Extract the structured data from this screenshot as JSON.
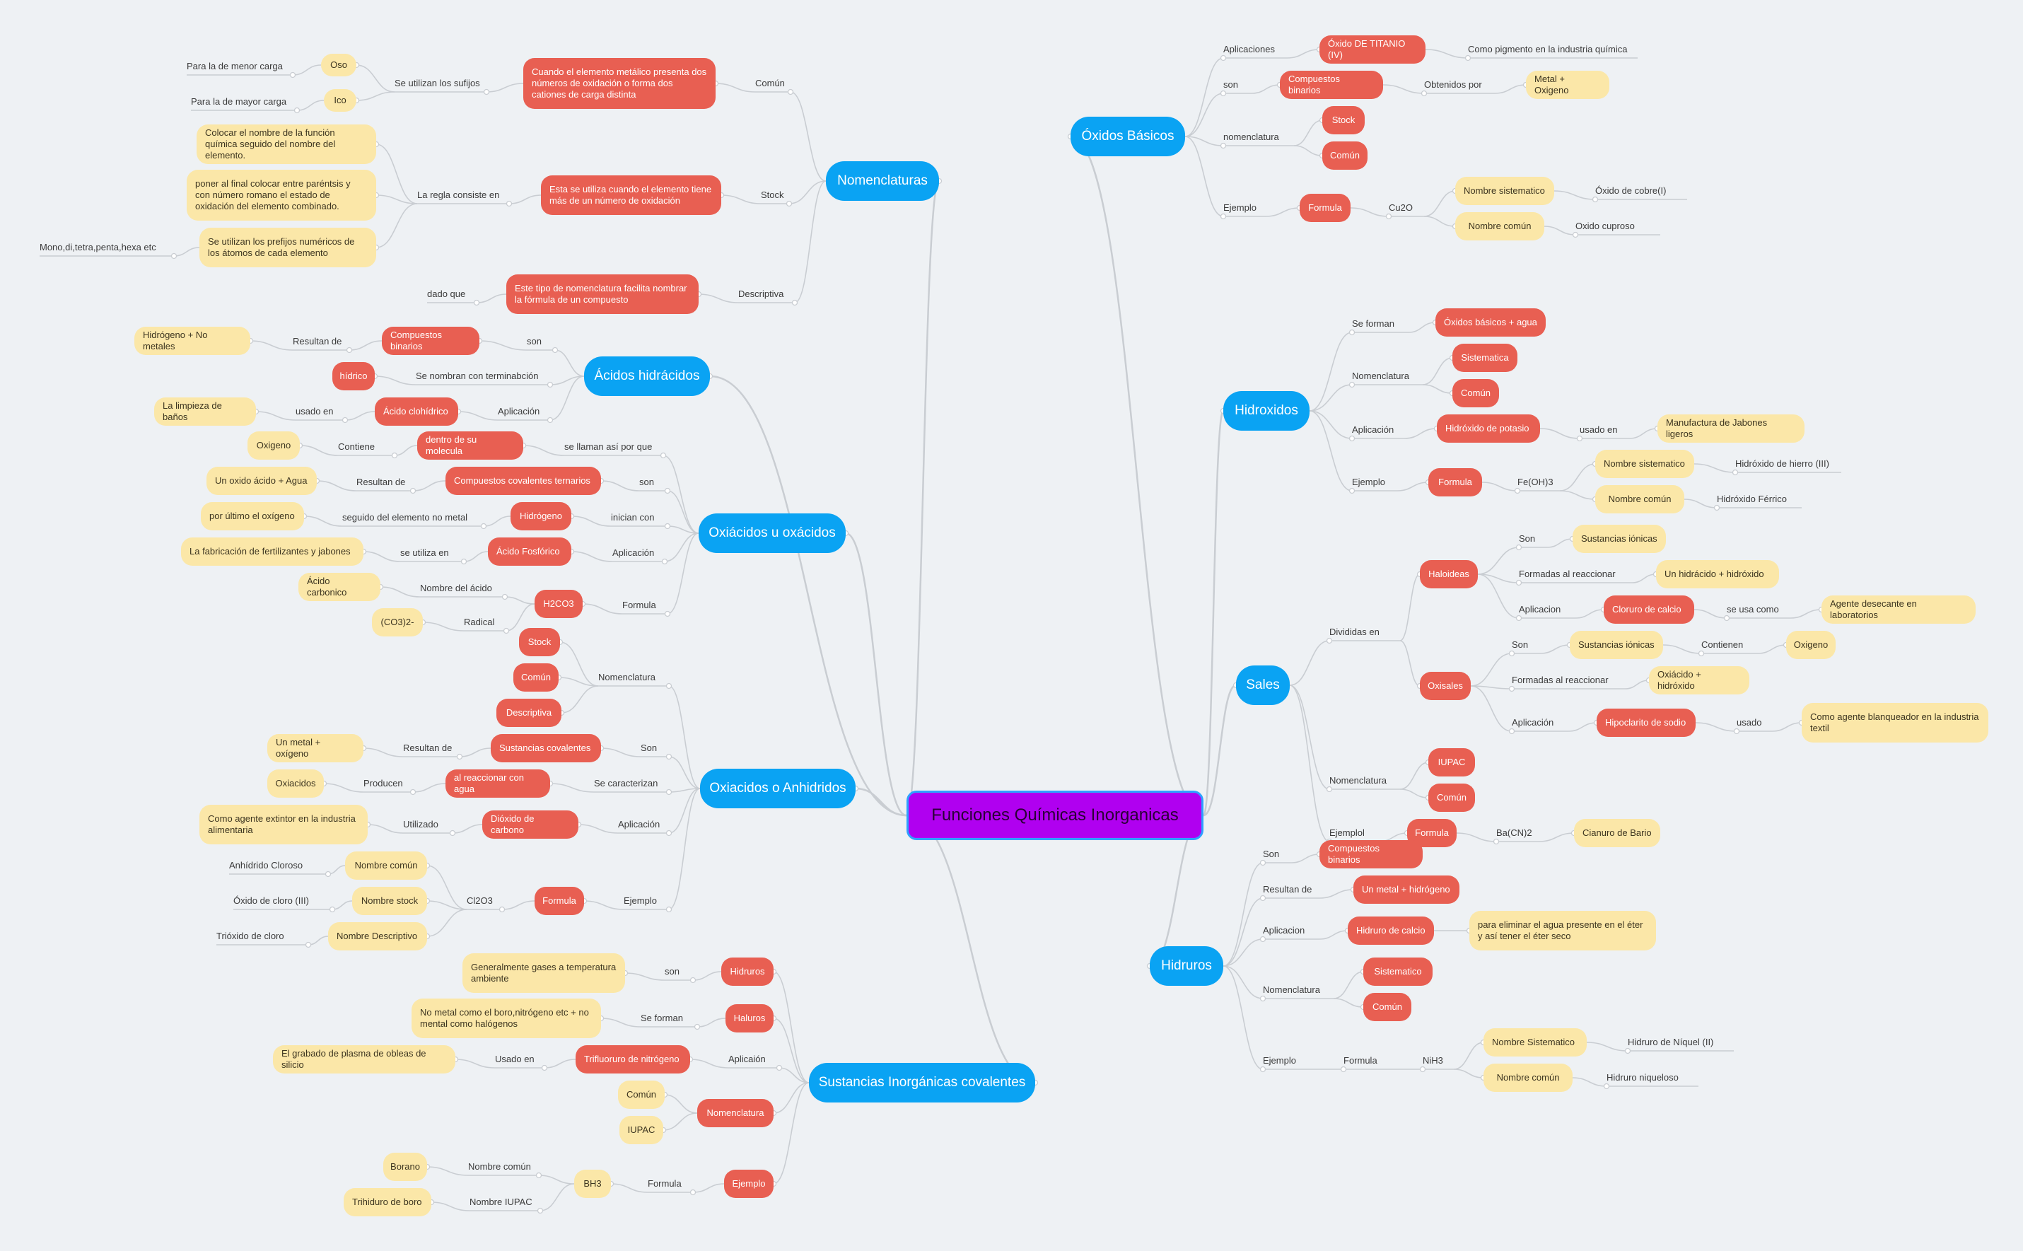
{
  "colors": {
    "root": "#b000f0",
    "main": "#0aa3f3",
    "red": "#e85f52",
    "yellow": "#fbe7a8",
    "line": "#c9cdd2",
    "bg": "#eef1f4"
  },
  "root": {
    "id": "root",
    "text": "Funciones  Químicas Inorganicas"
  },
  "nodes": [
    {
      "id": "nom",
      "text": "Nomenclaturas"
    },
    {
      "id": "acid",
      "text": "Ácidos hidrácidos"
    },
    {
      "id": "oxi",
      "text": "Oxiácidos u oxácidos"
    },
    {
      "id": "anh",
      "text": "Oxiacidos o Anhidridos"
    },
    {
      "id": "sic",
      "text": "Sustancias Inorgánicas covalentes"
    },
    {
      "id": "oxb",
      "text": "Óxidos Básicos"
    },
    {
      "id": "hidrox",
      "text": "Hidroxidos"
    },
    {
      "id": "sal",
      "text": "Sales"
    },
    {
      "id": "hidru",
      "text": "Hidruros"
    },
    {
      "id": "nom-com",
      "text": "Común"
    },
    {
      "id": "nom-com-r",
      "text": "Cuando el elemento metálico presenta dos números de oxidación  o forma dos cationes de carga distinta"
    },
    {
      "id": "nom-suf",
      "text": "Se utilizan los sufijos"
    },
    {
      "id": "nom-oso",
      "text": "Oso"
    },
    {
      "id": "nom-oso-t",
      "text": "Para la de menor carga"
    },
    {
      "id": "nom-ico",
      "text": "Ico"
    },
    {
      "id": "nom-ico-t",
      "text": "Para la de mayor carga"
    },
    {
      "id": "nom-stock",
      "text": "Stock"
    },
    {
      "id": "nom-stock-r",
      "text": "Esta se  utiliza cuando el elemento tiene más de un número de oxidación"
    },
    {
      "id": "nom-regla",
      "text": "La regla consiste en"
    },
    {
      "id": "nom-y1",
      "text": "Colocar el nombre de la función química seguido del nombre del elemento."
    },
    {
      "id": "nom-y2",
      "text": "poner al final colocar entre paréntsis y con número romano el estado de oxidación del elemento combinado."
    },
    {
      "id": "nom-y3",
      "text": "Se utilizan los prefijos numéricos de los átomos de cada elemento"
    },
    {
      "id": "nom-mono",
      "text": "Mono,di,tetra,penta,hexa etc"
    },
    {
      "id": "nom-desc",
      "text": "Descriptiva"
    },
    {
      "id": "nom-desc-r",
      "text": "Este tipo de nomenclatura facilita nombrar la fórmula de un compuesto"
    },
    {
      "id": "nom-dado",
      "text": "dado que"
    },
    {
      "id": "acid-son",
      "text": "son"
    },
    {
      "id": "acid-cb",
      "text": "Compuestos binarios"
    },
    {
      "id": "acid-res",
      "text": "Resultan de"
    },
    {
      "id": "acid-hnm",
      "text": "Hidrógeno + No metales"
    },
    {
      "id": "acid-term",
      "text": "Se nombran con terminabción"
    },
    {
      "id": "acid-hidrico",
      "text": "hídrico"
    },
    {
      "id": "acid-apl",
      "text": "Aplicación"
    },
    {
      "id": "acid-ac",
      "text": "Ácido clohídrico"
    },
    {
      "id": "acid-usado",
      "text": "usado en"
    },
    {
      "id": "acid-limp",
      "text": "La limpieza de baños"
    },
    {
      "id": "oxi-llaman",
      "text": "se llaman  así  por que"
    },
    {
      "id": "oxi-dentro",
      "text": "dentro de su molecula"
    },
    {
      "id": "oxi-contiene",
      "text": "Contiene"
    },
    {
      "id": "oxi-oxig",
      "text": "Oxigeno"
    },
    {
      "id": "oxi-son",
      "text": "son"
    },
    {
      "id": "oxi-cct",
      "text": "Compuestos covalentes ternarios"
    },
    {
      "id": "oxi-res",
      "text": "Resultan de"
    },
    {
      "id": "oxi-oa",
      "text": "Un oxido ácido + Agua"
    },
    {
      "id": "oxi-inic",
      "text": "inician con"
    },
    {
      "id": "oxi-hidr",
      "text": "Hidrógeno"
    },
    {
      "id": "oxi-seg",
      "text": "seguido del elemento no metal"
    },
    {
      "id": "oxi-ult",
      "text": "por último el oxígeno"
    },
    {
      "id": "oxi-apl",
      "text": "Aplicación"
    },
    {
      "id": "oxi-af",
      "text": "Ácido Fosfórico"
    },
    {
      "id": "oxi-utiliza",
      "text": "se utiliza en"
    },
    {
      "id": "oxi-fab",
      "text": "La fabricación de fertilizantes y jabones"
    },
    {
      "id": "oxi-form",
      "text": "Formula"
    },
    {
      "id": "oxi-h2co3",
      "text": "H2CO3"
    },
    {
      "id": "oxi-nomac",
      "text": "Nombre del ácido"
    },
    {
      "id": "oxi-carb",
      "text": "Ácido carbonico"
    },
    {
      "id": "oxi-rad",
      "text": "Radical"
    },
    {
      "id": "oxi-co3",
      "text": "(CO3)2-"
    },
    {
      "id": "anh-nom",
      "text": "Nomenclatura"
    },
    {
      "id": "anh-stock",
      "text": "Stock"
    },
    {
      "id": "anh-comun",
      "text": "Común"
    },
    {
      "id": "anh-desc",
      "text": "Descriptiva"
    },
    {
      "id": "anh-son",
      "text": "Son"
    },
    {
      "id": "anh-sc",
      "text": "Sustancias covalentes"
    },
    {
      "id": "anh-res",
      "text": "Resultan de"
    },
    {
      "id": "anh-mo",
      "text": "Un metal + oxígeno"
    },
    {
      "id": "anh-car",
      "text": "Se caracterizan"
    },
    {
      "id": "anh-agua",
      "text": "al reaccionar con agua"
    },
    {
      "id": "anh-prod",
      "text": "Producen"
    },
    {
      "id": "anh-oxiac",
      "text": "Oxiacidos"
    },
    {
      "id": "anh-apl",
      "text": "Aplicación"
    },
    {
      "id": "anh-dc",
      "text": "Dióxido de carbono"
    },
    {
      "id": "anh-util",
      "text": "Utilizado"
    },
    {
      "id": "anh-ext",
      "text": "Como agente extintor en la industria alimentaria"
    },
    {
      "id": "anh-ej",
      "text": "Ejemplo"
    },
    {
      "id": "anh-form",
      "text": "Formula"
    },
    {
      "id": "anh-cl2o3",
      "text": "Cl2O3"
    },
    {
      "id": "anh-nc",
      "text": "Nombre común"
    },
    {
      "id": "anh-anh",
      "text": "Anhídrido Cloroso"
    },
    {
      "id": "anh-ns",
      "text": "Nombre stock"
    },
    {
      "id": "anh-oc",
      "text": "Óxido de cloro (III)"
    },
    {
      "id": "anh-nd",
      "text": "Nombre Descriptivo"
    },
    {
      "id": "anh-tri",
      "text": "Trióxido de cloro"
    },
    {
      "id": "sic-hid",
      "text": "Hidruros"
    },
    {
      "id": "sic-son",
      "text": "son"
    },
    {
      "id": "sic-gas",
      "text": "Generalmente  gases a temperatura ambiente"
    },
    {
      "id": "sic-hal",
      "text": "Haluros"
    },
    {
      "id": "sic-forman",
      "text": "Se forman"
    },
    {
      "id": "sic-nm",
      "text": "No metal como el boro,nitrógeno etc + no mental como halógenos"
    },
    {
      "id": "sic-apl",
      "text": "Aplicaión"
    },
    {
      "id": "sic-tri",
      "text": "Trifluoruro de nitrógeno"
    },
    {
      "id": "sic-usado",
      "text": "Usado en"
    },
    {
      "id": "sic-graba",
      "text": "El grabado de plasma de obleas de silicio"
    },
    {
      "id": "sic-nom",
      "text": "Nomenclatura"
    },
    {
      "id": "sic-comun",
      "text": "Común"
    },
    {
      "id": "sic-iupac",
      "text": "IUPAC"
    },
    {
      "id": "sic-ej",
      "text": "Ejemplo"
    },
    {
      "id": "sic-form",
      "text": "Formula"
    },
    {
      "id": "sic-bh3",
      "text": "BH3"
    },
    {
      "id": "sic-nc",
      "text": "Nombre común"
    },
    {
      "id": "sic-borano",
      "text": "Borano"
    },
    {
      "id": "sic-ni",
      "text": "Nombre IUPAC"
    },
    {
      "id": "sic-trih",
      "text": "Trihiduro de boro"
    },
    {
      "id": "oxb-apl",
      "text": "Aplicaciones"
    },
    {
      "id": "oxb-tit",
      "text": "Óxido DE TITANIO (IV)"
    },
    {
      "id": "oxb-pig",
      "text": "Como pigmento en la industria química"
    },
    {
      "id": "oxb-son",
      "text": "son"
    },
    {
      "id": "oxb-cb",
      "text": "Compuestos binarios"
    },
    {
      "id": "oxb-obt",
      "text": "Obtenidos por"
    },
    {
      "id": "oxb-mo",
      "text": "Metal + Oxigeno"
    },
    {
      "id": "oxb-nom",
      "text": "nomenclatura"
    },
    {
      "id": "oxb-stock",
      "text": "Stock"
    },
    {
      "id": "oxb-comun",
      "text": "Común"
    },
    {
      "id": "oxb-ej",
      "text": "Ejemplo"
    },
    {
      "id": "oxb-form",
      "text": "Formula"
    },
    {
      "id": "oxb-cu2o",
      "text": "Cu2O"
    },
    {
      "id": "oxb-ns",
      "text": "Nombre sistematico"
    },
    {
      "id": "oxb-oc1",
      "text": "Óxido de cobre(I)"
    },
    {
      "id": "oxb-nc",
      "text": "Nombre común"
    },
    {
      "id": "oxb-cup",
      "text": "Oxido cuproso"
    },
    {
      "id": "hx-forman",
      "text": "Se forman"
    },
    {
      "id": "hx-oba",
      "text": "Óxidos básicos + agua"
    },
    {
      "id": "hx-nom",
      "text": "Nomenclatura"
    },
    {
      "id": "hx-sis",
      "text": "Sistematica"
    },
    {
      "id": "hx-com",
      "text": "Común"
    },
    {
      "id": "hx-apl",
      "text": "Aplicación"
    },
    {
      "id": "hx-hp",
      "text": "Hidróxido de potasio"
    },
    {
      "id": "hx-usado",
      "text": "usado en"
    },
    {
      "id": "hx-jab",
      "text": "Manufactura de Jabones ligeros"
    },
    {
      "id": "hx-ej",
      "text": "Ejemplo"
    },
    {
      "id": "hx-form",
      "text": "Formula"
    },
    {
      "id": "hx-feoh",
      "text": "Fe(OH)3"
    },
    {
      "id": "hx-ns",
      "text": "Nombre sistematico"
    },
    {
      "id": "hx-hh3",
      "text": "Hidróxido de hierro (III)"
    },
    {
      "id": "hx-nc",
      "text": "Nombre común"
    },
    {
      "id": "hx-hf",
      "text": "Hidróxido Férrico"
    },
    {
      "id": "sal-div",
      "text": "Divididas en"
    },
    {
      "id": "sal-hal",
      "text": "Haloideas"
    },
    {
      "id": "sal-hson",
      "text": "Son"
    },
    {
      "id": "sal-si1",
      "text": "Sustancias iónicas"
    },
    {
      "id": "sal-hfr",
      "text": "Formadas al reaccionar"
    },
    {
      "id": "sal-hh",
      "text": "Un hidrácido + hidróxido"
    },
    {
      "id": "sal-hapl",
      "text": "Aplicacion"
    },
    {
      "id": "sal-cc",
      "text": "Cloruro de calcio"
    },
    {
      "id": "sal-usa",
      "text": "se usa como"
    },
    {
      "id": "sal-des",
      "text": "Agente desecante en laboratorios"
    },
    {
      "id": "sal-oxs",
      "text": "Oxisales"
    },
    {
      "id": "sal-oson",
      "text": "Son"
    },
    {
      "id": "sal-si2",
      "text": "Sustancias iónicas"
    },
    {
      "id": "sal-cont",
      "text": "Contienen"
    },
    {
      "id": "sal-oxig",
      "text": "Oxigeno"
    },
    {
      "id": "sal-ofr",
      "text": "Formadas al reaccionar"
    },
    {
      "id": "sal-oh",
      "text": "Oxiácido + hidróxido"
    },
    {
      "id": "sal-oapl",
      "text": "Aplicación"
    },
    {
      "id": "sal-hs",
      "text": "Hipoclarito de sodio"
    },
    {
      "id": "sal-usado",
      "text": "usado"
    },
    {
      "id": "sal-blanq",
      "text": "Como agente blanqueador en la industria textil"
    },
    {
      "id": "sal-nom",
      "text": "Nomenclatura"
    },
    {
      "id": "sal-iupac",
      "text": "IUPAC"
    },
    {
      "id": "sal-comun",
      "text": "Común"
    },
    {
      "id": "sal-ej",
      "text": "Ejemplol"
    },
    {
      "id": "sal-form",
      "text": "Formula"
    },
    {
      "id": "sal-bacn",
      "text": "Ba(CN)2"
    },
    {
      "id": "sal-cian",
      "text": "Cianuro de Bario"
    },
    {
      "id": "hu-son",
      "text": "Son"
    },
    {
      "id": "hu-cb",
      "text": "Compuestos binarios"
    },
    {
      "id": "hu-res",
      "text": "Resultan de"
    },
    {
      "id": "hu-mh",
      "text": "Un metal + hidrógeno"
    },
    {
      "id": "hu-apl",
      "text": "Aplicacion"
    },
    {
      "id": "hu-hc",
      "text": "Hidruro de calcio"
    },
    {
      "id": "hu-eter",
      "text": "para eliminar el agua presente en el éter y así tener el éter seco"
    },
    {
      "id": "hu-nom",
      "text": "Nomenclatura"
    },
    {
      "id": "hu-sis",
      "text": "Sistematico"
    },
    {
      "id": "hu-com",
      "text": "Común"
    },
    {
      "id": "hu-ej",
      "text": "Ejemplo"
    },
    {
      "id": "hu-form",
      "text": "Formula"
    },
    {
      "id": "hu-nih3",
      "text": "NiH3"
    },
    {
      "id": "hu-ns",
      "text": "Nombre Sistematico"
    },
    {
      "id": "hu-hni",
      "text": "Hidruro de Níquel (II)"
    },
    {
      "id": "hu-nc",
      "text": "Nombre común"
    },
    {
      "id": "hu-hniq",
      "text": "Hidruro niqueloso"
    }
  ]
}
